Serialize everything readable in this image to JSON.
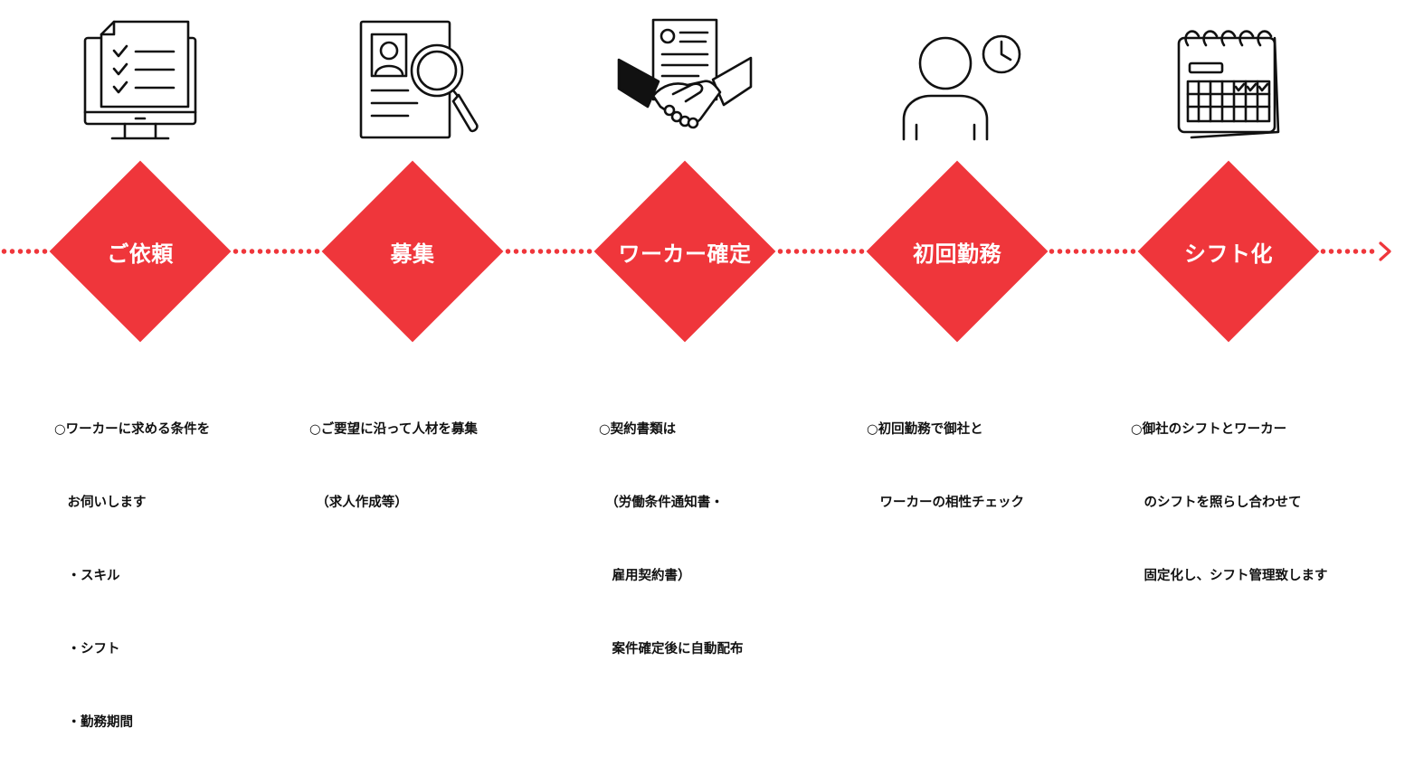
{
  "colors": {
    "accent": "#ef363b",
    "icon_stroke": "#111111",
    "text": "#111111"
  },
  "steps": [
    {
      "title": "ご依頼",
      "icon": "checklist-monitor-icon",
      "lines": [
        "○ワーカーに求める条件を",
        "　お伺いします",
        "　・スキル",
        "　・シフト",
        "　・勤務期間"
      ]
    },
    {
      "title": "募集",
      "icon": "resume-magnifier-icon",
      "lines": [
        "○ご要望に沿って人材を募集",
        "　（求人作成等）"
      ]
    },
    {
      "title": "ワーカー確定",
      "icon": "contract-handshake-icon",
      "lines": [
        "○契約書類は",
        "　（労働条件通知書・",
        "　雇用契約書）",
        "　案件確定後に自動配布"
      ]
    },
    {
      "title": "初回勤務",
      "icon": "person-clock-icon",
      "lines": [
        "○初回勤務で御社と",
        "　ワーカーの相性チェック"
      ]
    },
    {
      "title": "シフト化",
      "icon": "calendar-check-icon",
      "lines": [
        "○御社のシフトとワーカー",
        "　のシフトを照らし合わせて",
        "　固定化し、シフト管理致します"
      ]
    }
  ]
}
